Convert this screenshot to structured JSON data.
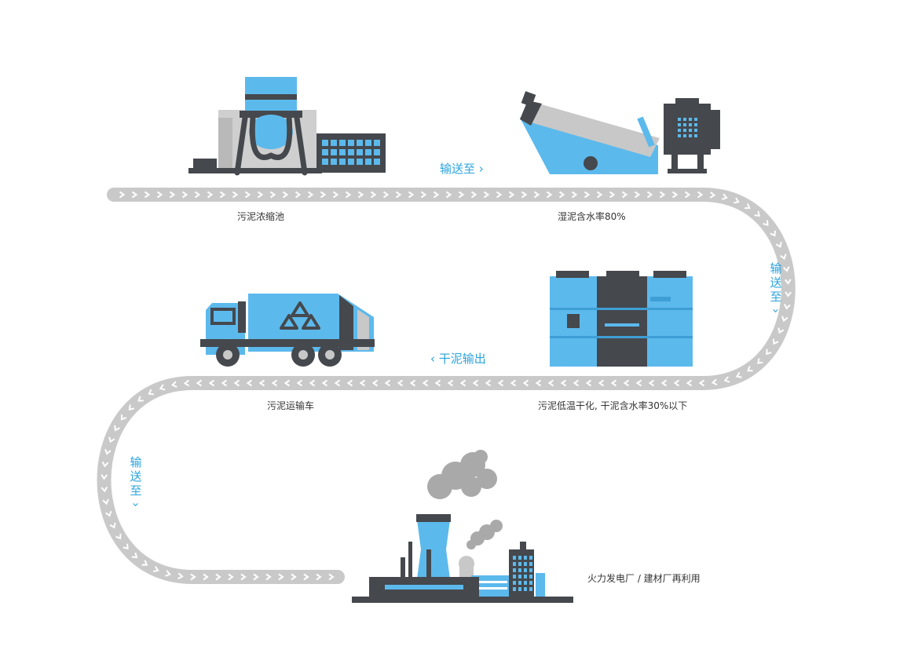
{
  "colors": {
    "belt": "#c9c9c9",
    "belt_arrow": "#ffffff",
    "blue": "#5cb9ec",
    "dark": "#45484d",
    "gray": "#c8c8c8",
    "accent_text": "#29a3dc",
    "caption_text": "#333333"
  },
  "stages": {
    "thickener": {
      "caption": "污泥浓缩池",
      "icon": "sludge-thickener-icon"
    },
    "dewater": {
      "caption": "湿泥含水率80%",
      "icon": "dewatering-machine-icon"
    },
    "dryer": {
      "caption": "污泥低温干化, 干泥含水率30%以下",
      "icon": "sludge-dryer-icon"
    },
    "truck": {
      "caption": "污泥运输车",
      "icon": "recycling-truck-icon"
    },
    "plant": {
      "caption": "火力发电厂 / 建材厂再利用",
      "icon": "power-plant-icon"
    }
  },
  "connectors": {
    "top": {
      "text": "输送至",
      "arrow": "›"
    },
    "right": {
      "chars": [
        "输",
        "送",
        "至"
      ],
      "arrow": "›"
    },
    "middle": {
      "arrow": "‹",
      "text": "干泥输出"
    },
    "left": {
      "chars": [
        "输",
        "送",
        "至"
      ],
      "arrow": "›"
    }
  }
}
